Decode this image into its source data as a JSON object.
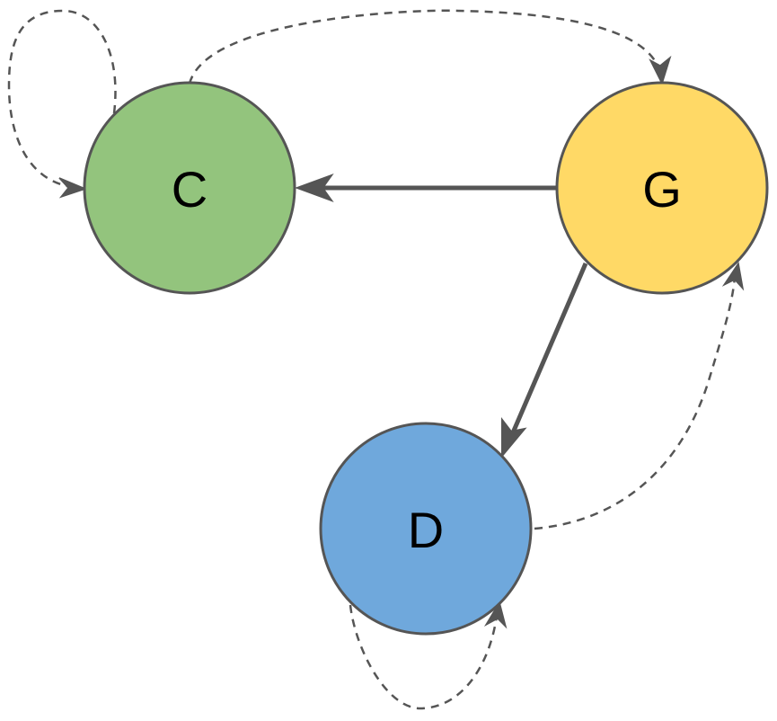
{
  "nodes": [
    {
      "id": "C",
      "label": "C",
      "color": "#93c47d"
    },
    {
      "id": "G",
      "label": "G",
      "color": "#ffd966"
    },
    {
      "id": "D",
      "label": "D",
      "color": "#6fa8dc"
    }
  ],
  "edges": [
    {
      "from": "G",
      "to": "C",
      "style": "solid"
    },
    {
      "from": "G",
      "to": "D",
      "style": "solid"
    },
    {
      "from": "C",
      "to": "G",
      "style": "dashed"
    },
    {
      "from": "D",
      "to": "G",
      "style": "dashed"
    },
    {
      "from": "C",
      "to": "C",
      "style": "dashed"
    },
    {
      "from": "D",
      "to": "D",
      "style": "dashed"
    }
  ],
  "colors": {
    "edge": "#555555",
    "node_border": "#555555"
  }
}
